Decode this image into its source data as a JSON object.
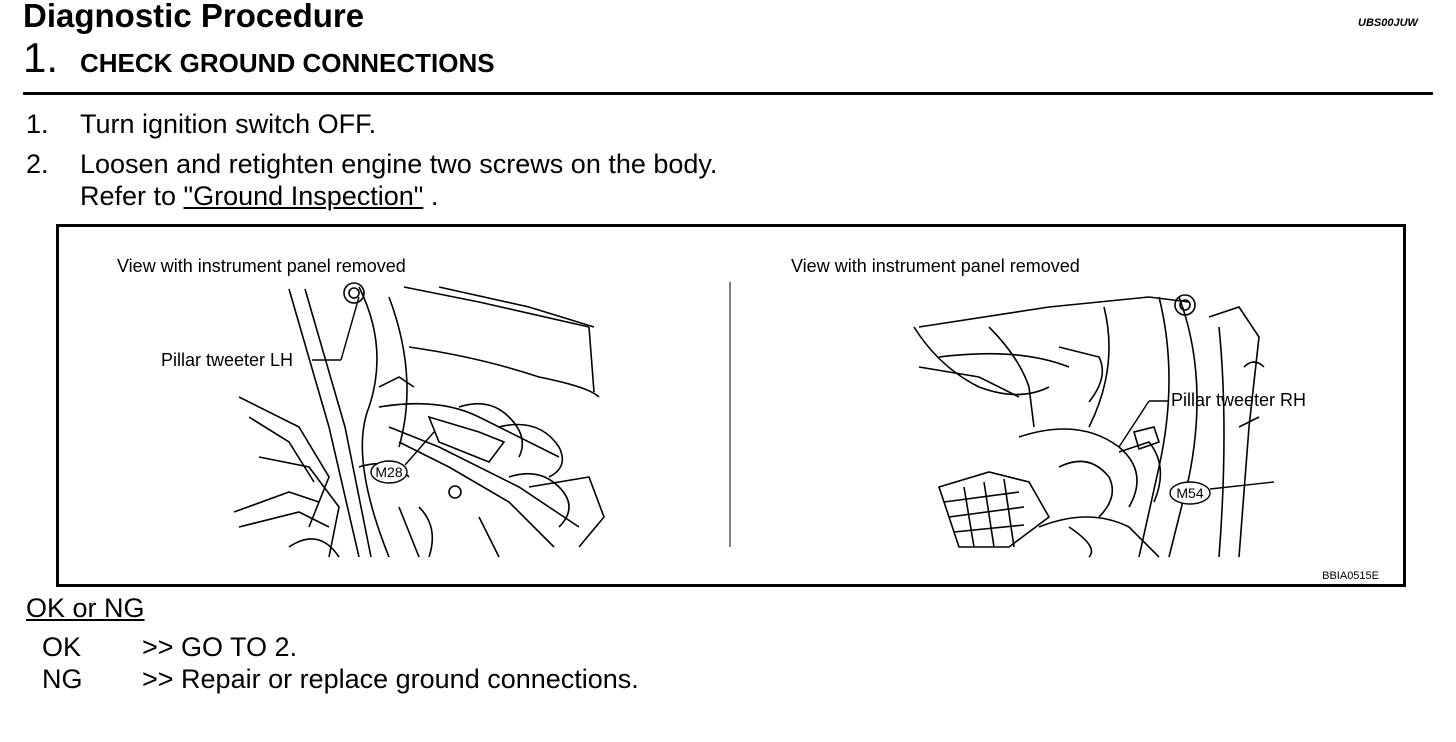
{
  "header": {
    "title": "Diagnostic Procedure",
    "doc_id": "UBS00JUW"
  },
  "step": {
    "number": "1.",
    "title": "CHECK GROUND CONNECTIONS"
  },
  "instructions": [
    {
      "num": "1.",
      "text": "Turn ignition switch OFF."
    },
    {
      "num": "2.",
      "text": "Loosen and retighten engine two screws on the body.",
      "ref_prefix": "Refer to ",
      "ref_link": "\"Ground Inspection\"",
      "ref_suffix": " ."
    }
  ],
  "figure": {
    "left_caption": "View with instrument panel removed",
    "left_component": "Pillar tweeter LH",
    "left_connector": "M28",
    "right_caption": "View with instrument panel removed",
    "right_component": "Pillar tweeter RH",
    "right_connector": "M54",
    "figure_id": "BBIA0515E"
  },
  "result": {
    "heading": "OK or NG",
    "items": [
      {
        "status": "OK",
        "action": ">> GO TO 2."
      },
      {
        "status": "NG",
        "action": ">> Repair or replace ground connections."
      }
    ]
  }
}
